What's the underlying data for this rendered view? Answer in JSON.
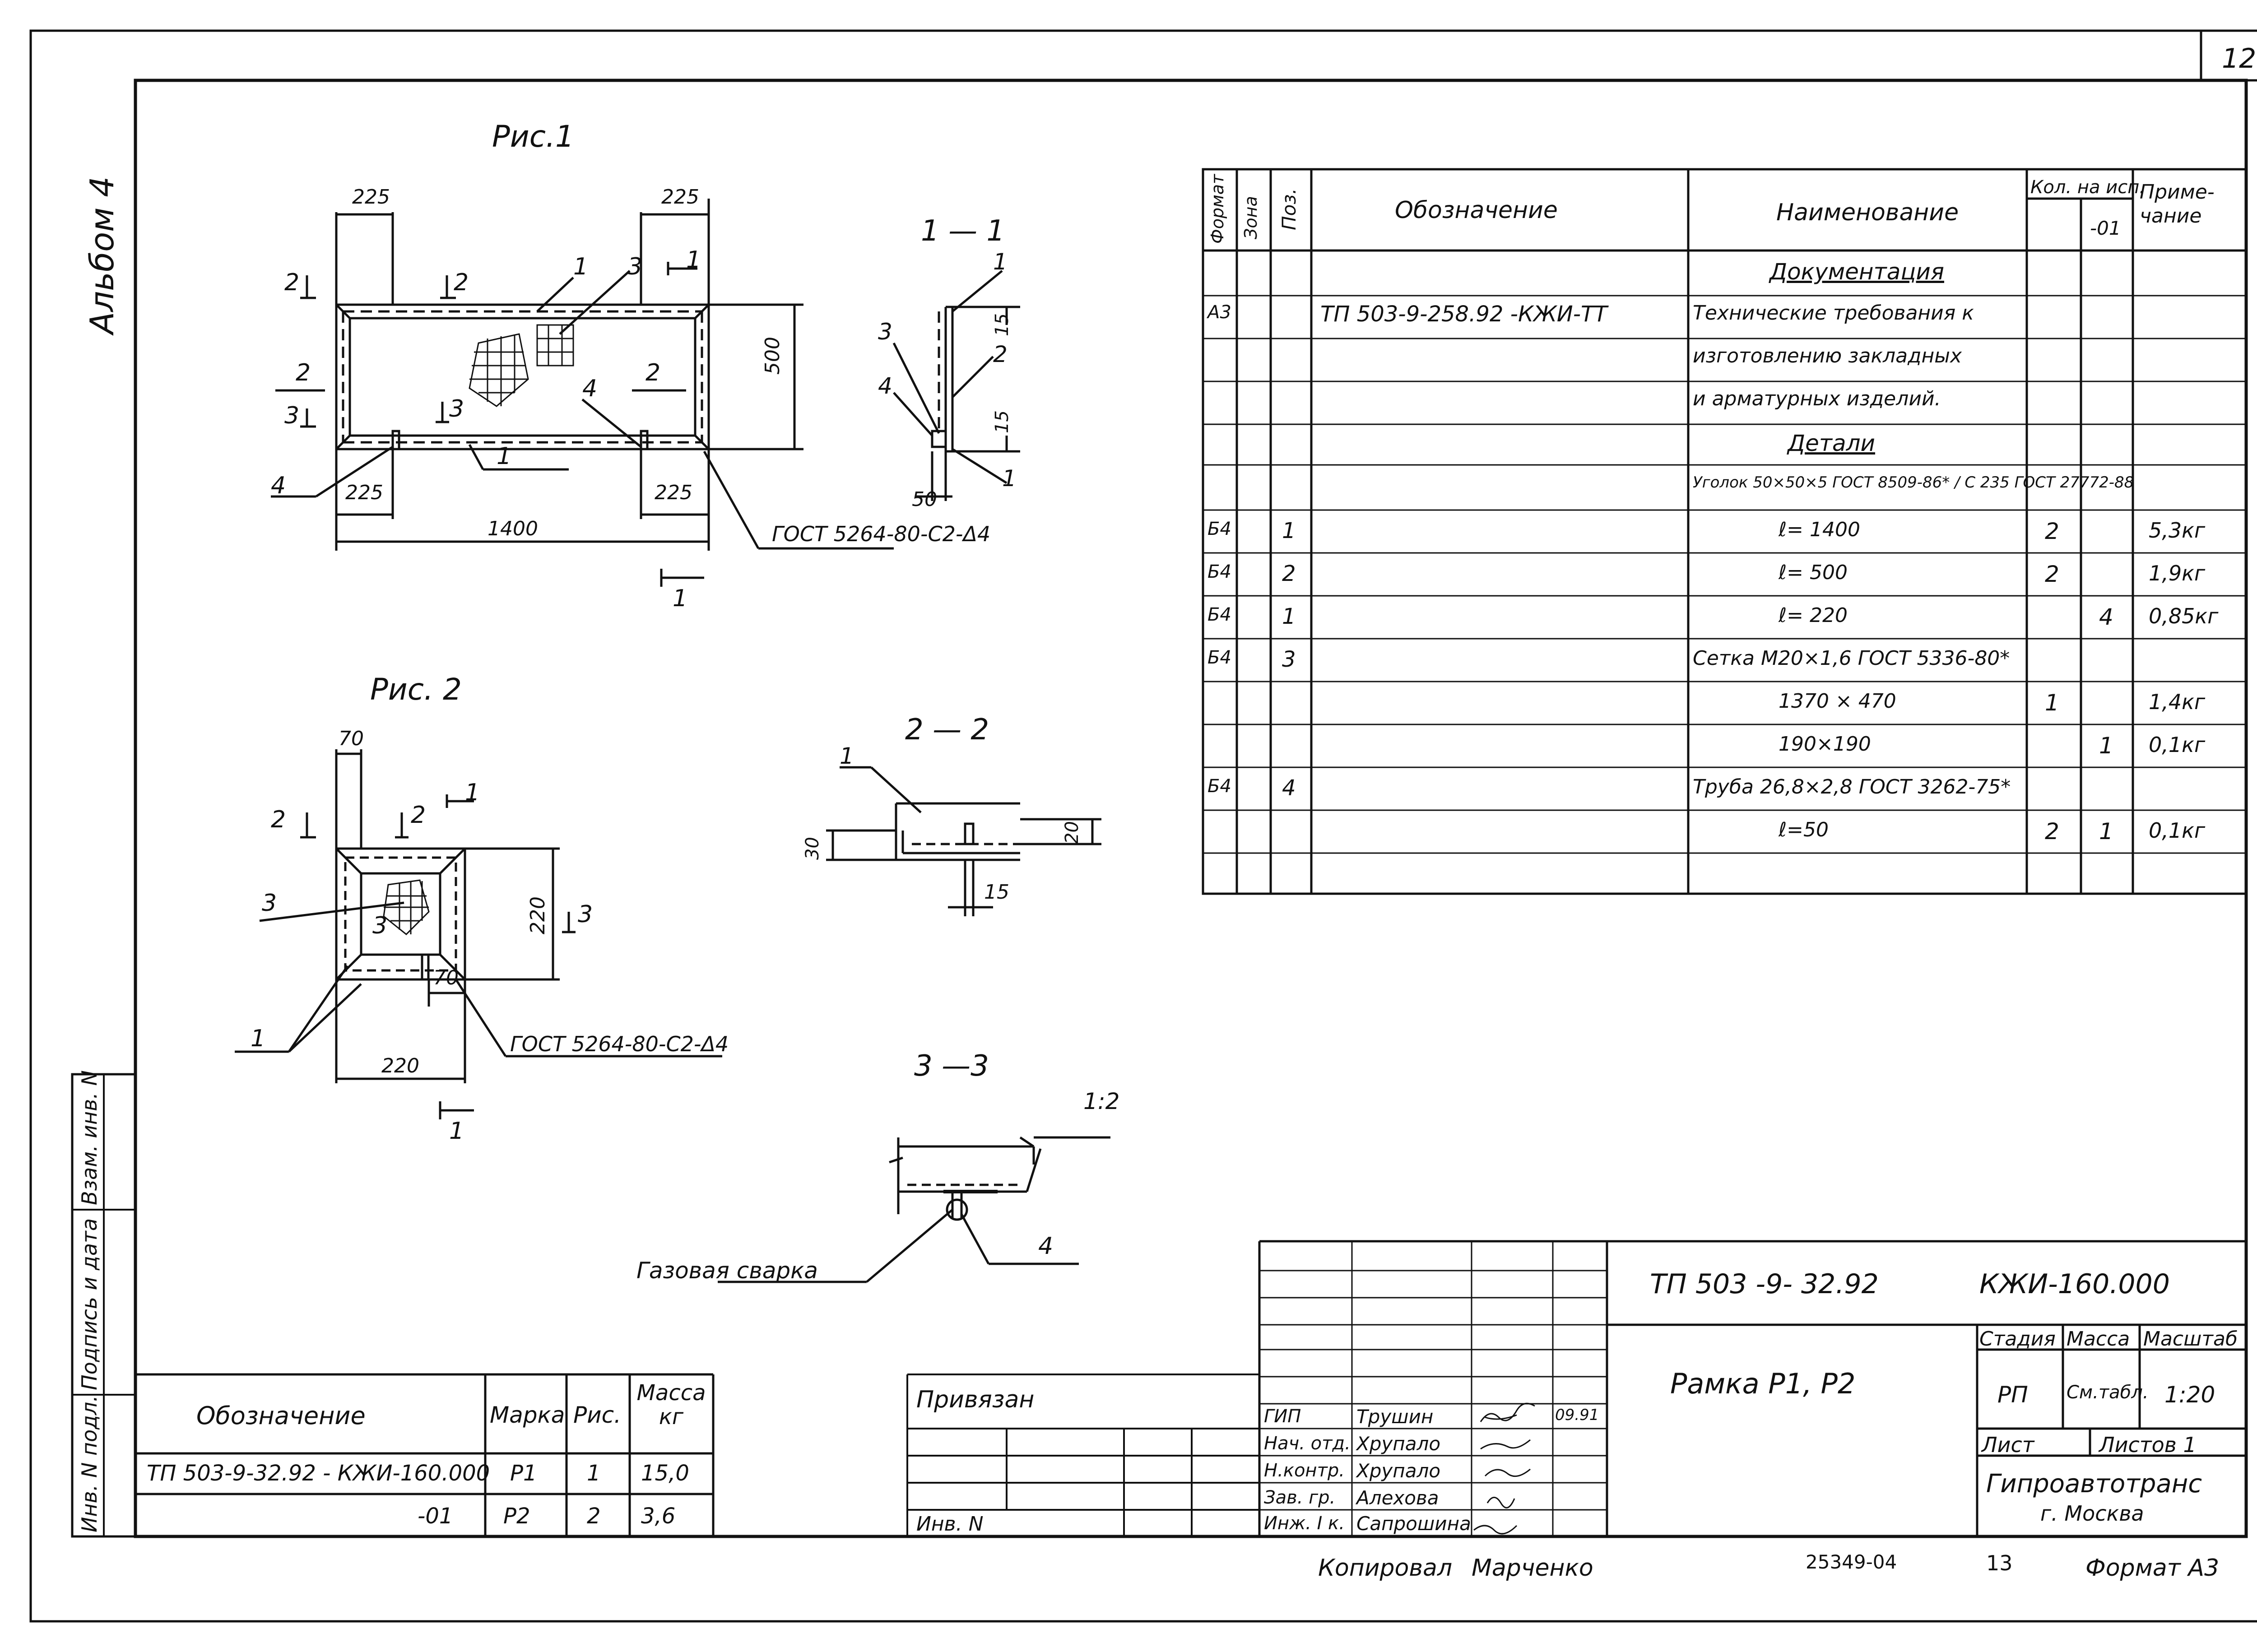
{
  "sheet_number": "12",
  "album": "Альбом 4",
  "fig1": {
    "title": "Рис.1",
    "dims": {
      "d225a": "225",
      "d225b": "225",
      "d225c": "225",
      "d225d": "225",
      "d1400": "1400",
      "d500": "500"
    },
    "section_labels": {
      "s2a": "2",
      "s2b": "2",
      "s2c": "2",
      "s3a": "3",
      "s3b": "3",
      "s1a": "1"
    },
    "callouts": {
      "c1a": "1",
      "c1b": "1",
      "c3": "3",
      "c4a": "4",
      "c4b": "4"
    },
    "weld": "ГОСТ 5264-80-С2-Δ4",
    "cut": "1"
  },
  "fig2": {
    "title": "Рис. 2",
    "dims": {
      "d70a": "70",
      "d70b": "70",
      "d220a": "220",
      "d220b": "220"
    },
    "section_labels": {
      "s2a": "2",
      "s2b": "2",
      "s1": "1",
      "s3a": "3",
      "s3b": "3"
    },
    "callouts": {
      "c1": "1",
      "c3": "3"
    },
    "weld": "ГОСТ 5264-80-С2-Δ4",
    "cut": "1"
  },
  "sec11": {
    "title": "1 — 1",
    "labels": {
      "a": "1",
      "b": "1",
      "c": "2",
      "d": "3",
      "e": "4"
    },
    "dims": {
      "d15a": "15",
      "d15b": "15",
      "d50": "50"
    }
  },
  "sec22": {
    "title": "2 — 2",
    "labels": {
      "a": "1"
    },
    "dims": {
      "d30": "30",
      "d20": "20",
      "d15": "15"
    }
  },
  "sec33": {
    "title": "3 —3",
    "slope": "1:2",
    "label4": "4",
    "weld": "Газовая  сварка"
  },
  "spec": {
    "headers": {
      "format": "Формат",
      "zone": "Зона",
      "pos": "Поз.",
      "designation": "Обозначение",
      "name": "Наименование",
      "qty": "Кол. на исп.",
      "qty01": "-01",
      "note": "Приме-чание"
    },
    "rows": [
      {
        "format": "",
        "pos": "",
        "designation": "",
        "name": "Документация",
        "q1": "",
        "q2": "",
        "note": ""
      },
      {
        "format": "А3",
        "pos": "",
        "designation": "ТП 503-9-258.92   -КЖИ-ТТ",
        "name": "Технические  требования к",
        "q1": "",
        "q2": "",
        "note": ""
      },
      {
        "format": "",
        "pos": "",
        "designation": "",
        "name": "изготовлению  закладных",
        "q1": "",
        "q2": "",
        "note": ""
      },
      {
        "format": "",
        "pos": "",
        "designation": "",
        "name": "и  арматурных  изделий.",
        "q1": "",
        "q2": "",
        "note": ""
      },
      {
        "format": "",
        "pos": "",
        "designation": "",
        "name": "Детали",
        "q1": "",
        "q2": "",
        "note": ""
      },
      {
        "format": "",
        "pos": "",
        "designation": "",
        "name": "Уголок  50×50×5 ГОСТ 8509-86* / С 235  ГОСТ 27772-88",
        "q1": "",
        "q2": "",
        "note": ""
      },
      {
        "format": "Б4",
        "pos": "1",
        "designation": "",
        "name": "ℓ= 1400",
        "q1": "2",
        "q2": "",
        "note": "5,3кг"
      },
      {
        "format": "Б4",
        "pos": "2",
        "designation": "",
        "name": "ℓ= 500",
        "q1": "2",
        "q2": "",
        "note": "1,9кг"
      },
      {
        "format": "Б4",
        "pos": "1",
        "designation": "",
        "name": "ℓ= 220",
        "q1": "",
        "q2": "4",
        "note": "0,85кг"
      },
      {
        "format": "Б4",
        "pos": "3",
        "designation": "",
        "name": "Сетка  М20×1,6  ГОСТ 5336-80*",
        "q1": "",
        "q2": "",
        "note": ""
      },
      {
        "format": "",
        "pos": "",
        "designation": "",
        "name": "1370 × 470",
        "q1": "1",
        "q2": "",
        "note": "1,4кг"
      },
      {
        "format": "",
        "pos": "",
        "designation": "",
        "name": "190×190",
        "q1": "",
        "q2": "1",
        "note": "0,1кг"
      },
      {
        "format": "Б4",
        "pos": "4",
        "designation": "",
        "name": "Труба  26,8×2,8  ГОСТ 3262-75*",
        "q1": "",
        "q2": "",
        "note": ""
      },
      {
        "format": "",
        "pos": "",
        "designation": "",
        "name": "ℓ=50",
        "q1": "2",
        "q2": "1",
        "note": "0,1кг"
      }
    ]
  },
  "marks": {
    "headers": {
      "designation": "Обозначение",
      "mark": "Марка",
      "fig": "Рис.",
      "mass": "Масса кг"
    },
    "rows": [
      {
        "designation": "ТП 503-9-32.92 - КЖИ-160.000",
        "mark": "Р1",
        "fig": "1",
        "mass": "15,0"
      },
      {
        "designation": "-01",
        "mark": "Р2",
        "fig": "2",
        "mass": "3,6"
      }
    ]
  },
  "side_stamp": {
    "inv_podl": "Инв. N подл.",
    "podpis": "Подпись и дата",
    "vzam": "Взам. инв. N"
  },
  "privyazan": "Привязан",
  "inv_n": "Инв. N",
  "title_block": {
    "code": "ТП 503 -9-  32.92",
    "code2": "КЖИ-160.000",
    "name": "Рамка  Р1,  Р2",
    "stage_h": "Стадия",
    "mass_h": "Масса",
    "scale_h": "Масштаб",
    "stage": "РП",
    "mass": "См.табл.",
    "scale": "1:20",
    "sheet": "Лист",
    "sheets": "Листов 1",
    "org": "Гипроавтотранс",
    "city": "г. Москва",
    "people": [
      {
        "role": "ГИП",
        "name": "Трушин",
        "date": "09.91"
      },
      {
        "role": "Нач. отд.",
        "name": "Хрупало",
        "date": ""
      },
      {
        "role": "Н.контр.",
        "name": "Хрупало",
        "date": ""
      },
      {
        "role": "Зав. гр.",
        "name": "Алехова",
        "date": ""
      },
      {
        "role": "Инж. I к.",
        "name": "Сапрошина",
        "date": ""
      }
    ]
  },
  "footer": {
    "copied": "Копировал",
    "copier": "Марченко",
    "code": "25349-04",
    "page": "13",
    "format": "Формат А3"
  }
}
